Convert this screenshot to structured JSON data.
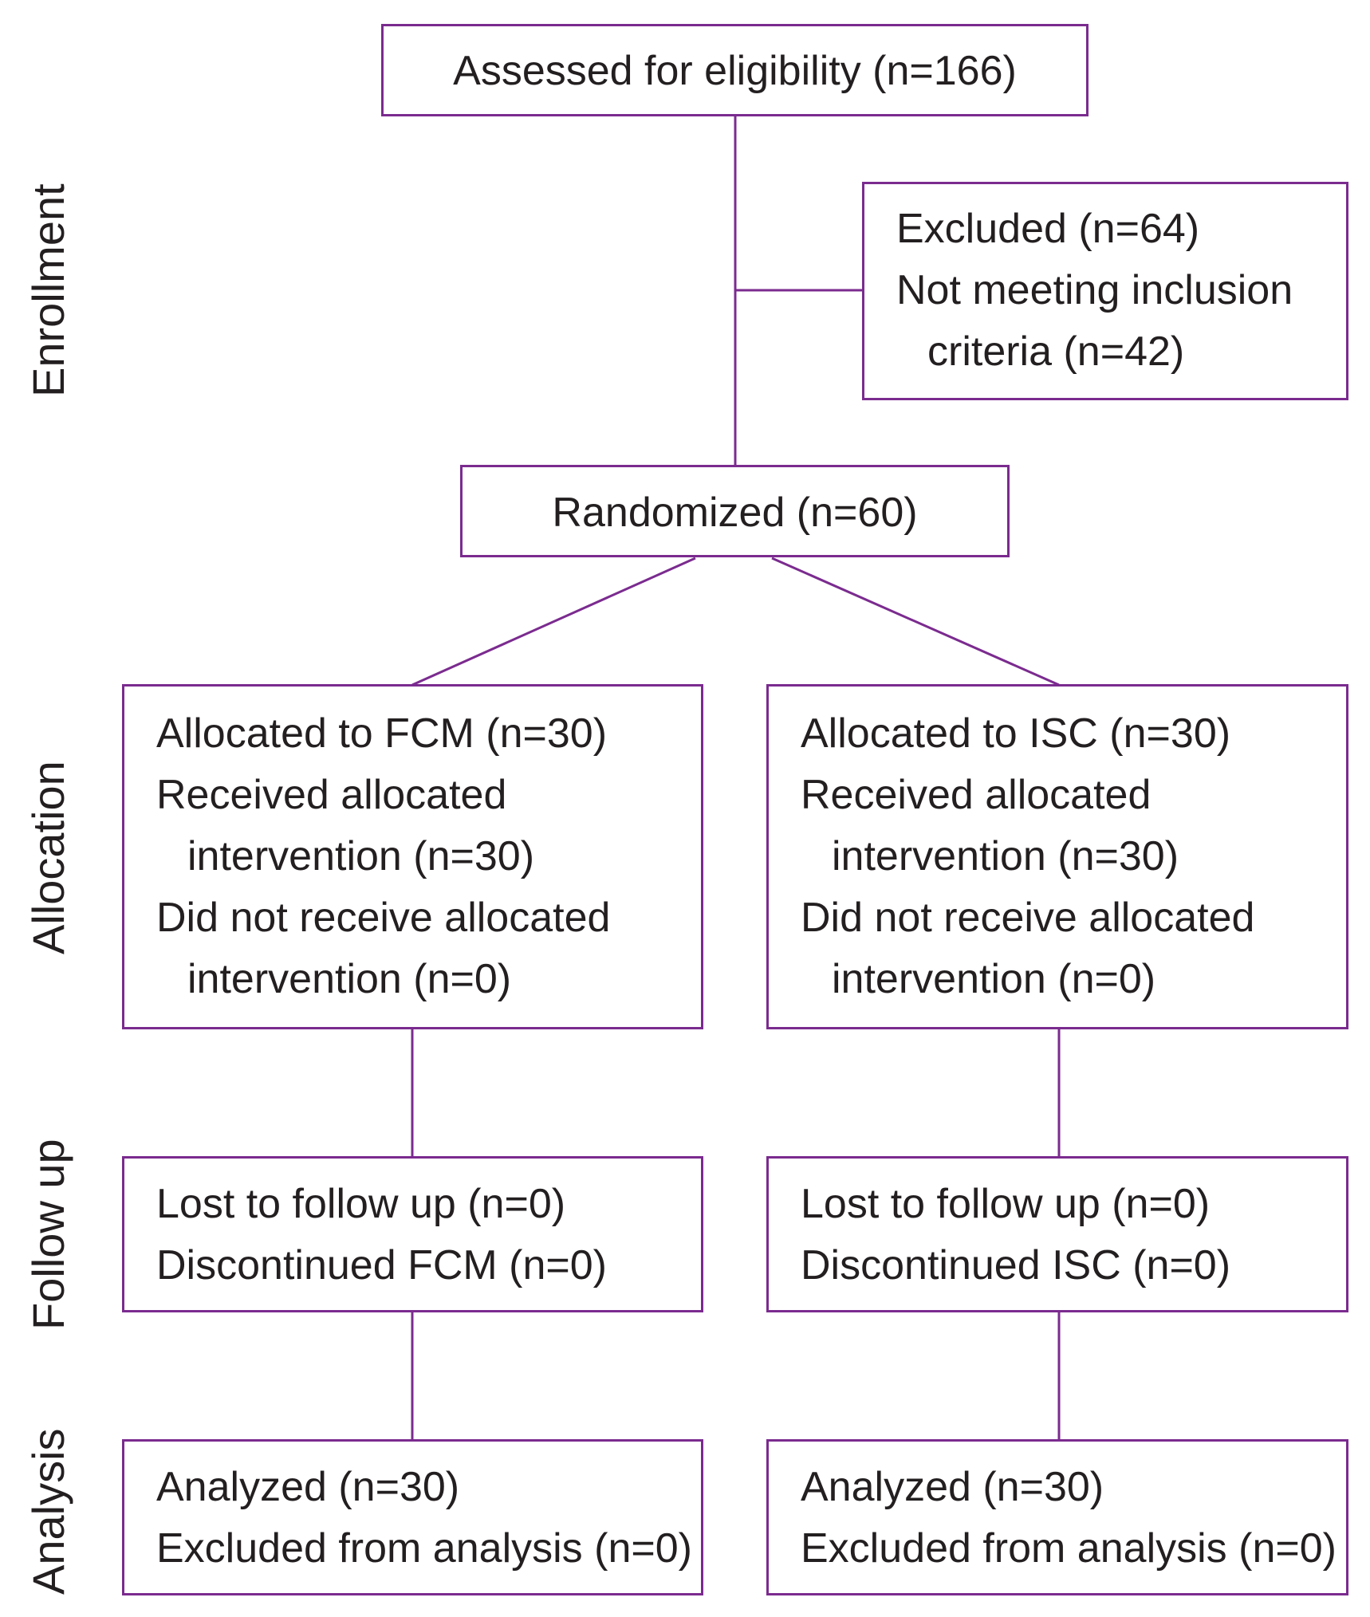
{
  "stages": [
    "Enrollment",
    "Allocation",
    "Follow up",
    "Analysis"
  ],
  "enrollment": {
    "assessed": "Assessed for eligibility (n=166)",
    "excluded": [
      "Excluded (n=64)",
      "Not meeting inclusion",
      "criteria (n=42)"
    ],
    "randomized": "Randomized (n=60)"
  },
  "arms": [
    {
      "allocation": [
        "Allocated to FCM (n=30)",
        "Received allocated",
        "intervention (n=30)",
        "Did not receive allocated",
        "intervention (n=0)"
      ],
      "follow_up": [
        "Lost to follow up (n=0)",
        "Discontinued FCM (n=0)"
      ],
      "analysis": [
        "Analyzed (n=30)",
        "Excluded from analysis (n=0)"
      ]
    },
    {
      "allocation": [
        "Allocated to ISC (n=30)",
        "Received allocated",
        "intervention (n=30)",
        "Did not receive allocated",
        "intervention (n=0)"
      ],
      "follow_up": [
        "Lost to follow up (n=0)",
        "Discontinued ISC (n=0)"
      ],
      "analysis": [
        "Analyzed (n=30)",
        "Excluded from analysis (n=0)"
      ]
    }
  ],
  "colors": {
    "border": "#7b2b8f",
    "text": "#231f20"
  }
}
